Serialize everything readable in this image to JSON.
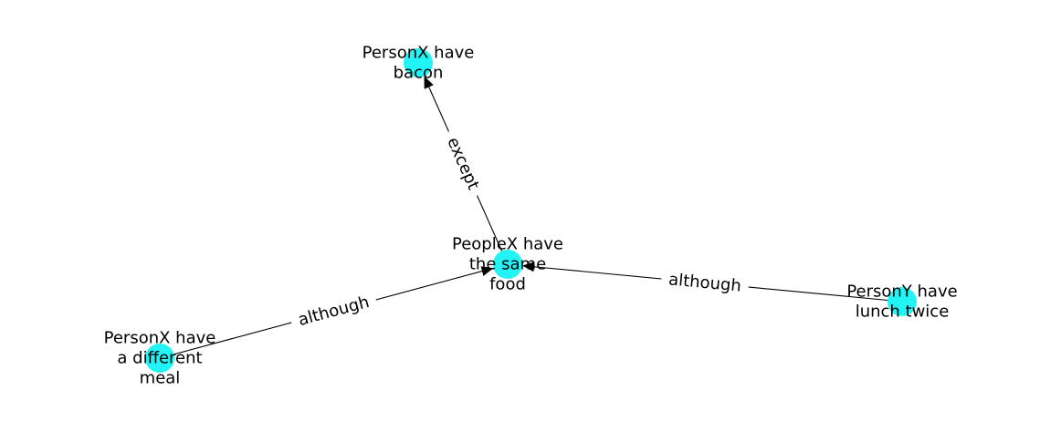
{
  "colors": {
    "node": "#22f4f6",
    "edge": "#000000",
    "background": "#ffffff"
  },
  "nodes": [
    {
      "id": "center",
      "lines": [
        "PeopleX have",
        "the same",
        "food"
      ]
    },
    {
      "id": "bacon",
      "lines": [
        "PersonX have",
        "bacon"
      ]
    },
    {
      "id": "meal",
      "lines": [
        "PersonX have",
        "a different",
        "meal"
      ]
    },
    {
      "id": "lunch",
      "lines": [
        "PersonY have",
        "lunch twice"
      ]
    }
  ],
  "edges": [
    {
      "from": "center",
      "to": "bacon",
      "label": "except"
    },
    {
      "from": "meal",
      "to": "center",
      "label": "although"
    },
    {
      "from": "lunch",
      "to": "center",
      "label": "although"
    }
  ]
}
